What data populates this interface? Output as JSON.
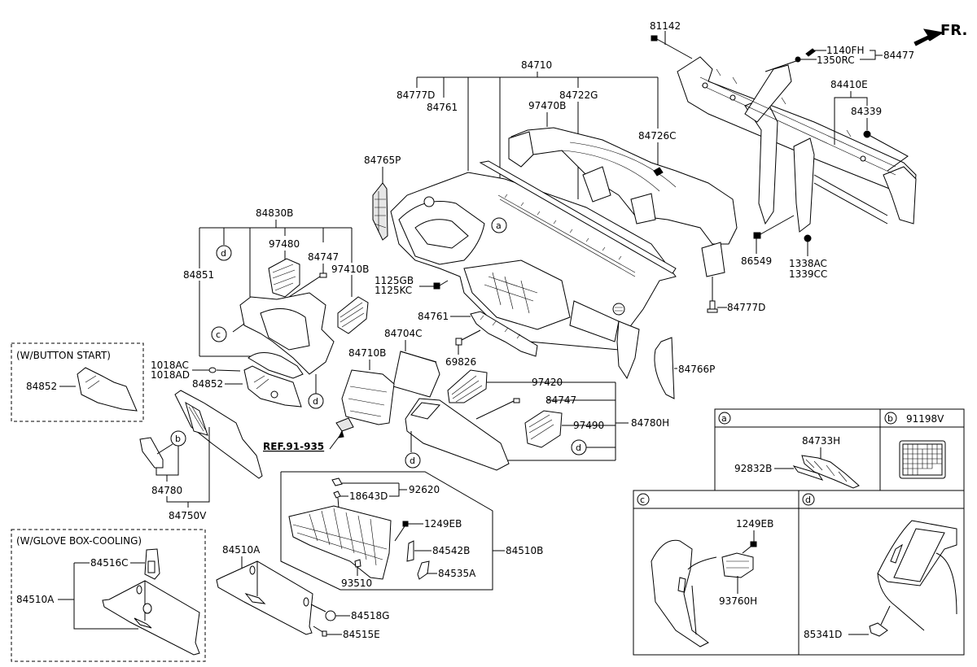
{
  "diagram": {
    "type": "exploded parts diagram",
    "orientation_label": "FR.",
    "reference": "REF.91-935",
    "labels": {
      "p81142": "81142",
      "p1140FH": "1140FH",
      "p1350RC": "1350RC",
      "p84477": "84477",
      "p84710": "84710",
      "p84777D_top": "84777D",
      "p84761_top": "84761",
      "p84722G": "84722G",
      "p97470B": "97470B",
      "p84726C": "84726C",
      "p84410E": "84410E",
      "p84339": "84339",
      "p84765P": "84765P",
      "p86549": "86549",
      "p1338AC": "1338AC",
      "p1339CC": "1339CC",
      "p84777D_bottom": "84777D",
      "p84830B": "84830B",
      "p97480": "97480",
      "p84747_top": "84747",
      "p97410B": "97410B",
      "p84851": "84851",
      "p1125GB": "1125GB",
      "p1125KC": "1125KC",
      "p84761_mid": "84761",
      "p84704C": "84704C",
      "p69826": "69826",
      "p84710B": "84710B",
      "p1018AC": "1018AC",
      "p1018AD": "1018AD",
      "p84852_main": "84852",
      "p84766P": "84766P",
      "p97420": "97420",
      "p84747_mid": "84747",
      "p97490": "97490",
      "p84780H": "84780H",
      "p84780": "84780",
      "p84750V": "84750V",
      "p92620": "92620",
      "p18643D": "18643D",
      "p1249EB_box": "1249EB",
      "p84542B": "84542B",
      "p84510B": "84510B",
      "p84535A": "84535A",
      "p93510": "93510",
      "p84510A_main": "84510A",
      "p84518G": "84518G",
      "p84515E": "84515E"
    },
    "callouts": {
      "a": "a",
      "b": "b",
      "c": "c",
      "d": "d"
    },
    "option_boxes": {
      "button_start": {
        "title": "(W/BUTTON START)",
        "part": "84852"
      },
      "glove_box_cooling": {
        "title": "(W/GLOVE BOX-COOLING)",
        "parts": [
          "84516C",
          "84510A"
        ]
      }
    },
    "detail_panels": {
      "a": {
        "letter": "a",
        "parts": [
          "84733H",
          "92832B"
        ]
      },
      "b": {
        "letter": "b",
        "title_part": "91198V"
      },
      "c": {
        "letter": "c",
        "parts": [
          "1249EB",
          "93760H"
        ]
      },
      "d": {
        "letter": "d",
        "parts": [
          "85341D"
        ]
      }
    }
  }
}
